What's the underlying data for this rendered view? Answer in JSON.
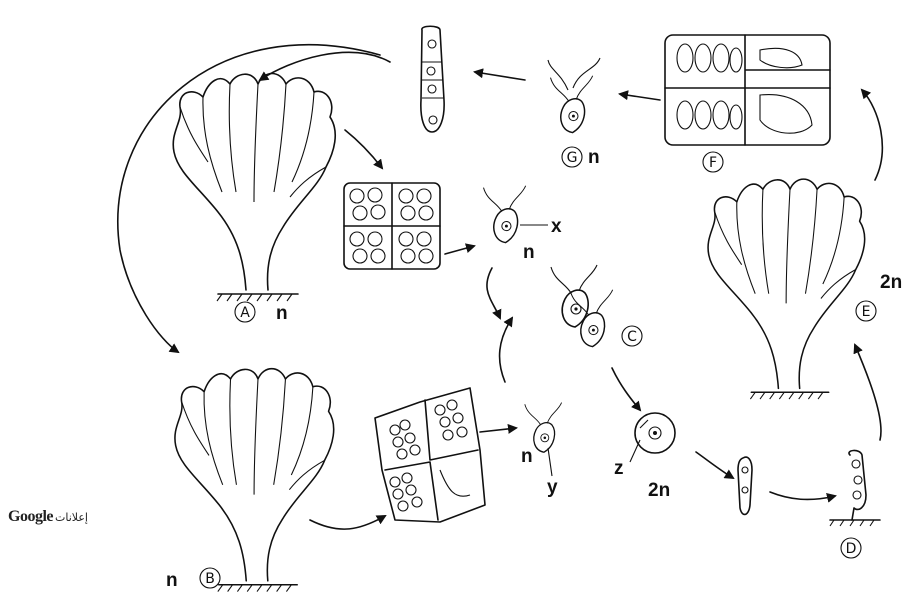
{
  "diagram": {
    "labels": {
      "A": "A",
      "B": "B",
      "C": "C",
      "D": "D",
      "E": "E",
      "F": "F",
      "G": "G",
      "n_A": "n",
      "n_B": "n",
      "n_G": "n",
      "n_x": "n",
      "n_y": "n",
      "two_n_E": "2n",
      "two_n_z": "2n",
      "x": "x",
      "y": "y",
      "z": "z"
    }
  },
  "ad": {
    "brand": "Google",
    "text": "إعلانات"
  },
  "colors": {
    "ink": "#111111",
    "background": "#ffffff"
  }
}
